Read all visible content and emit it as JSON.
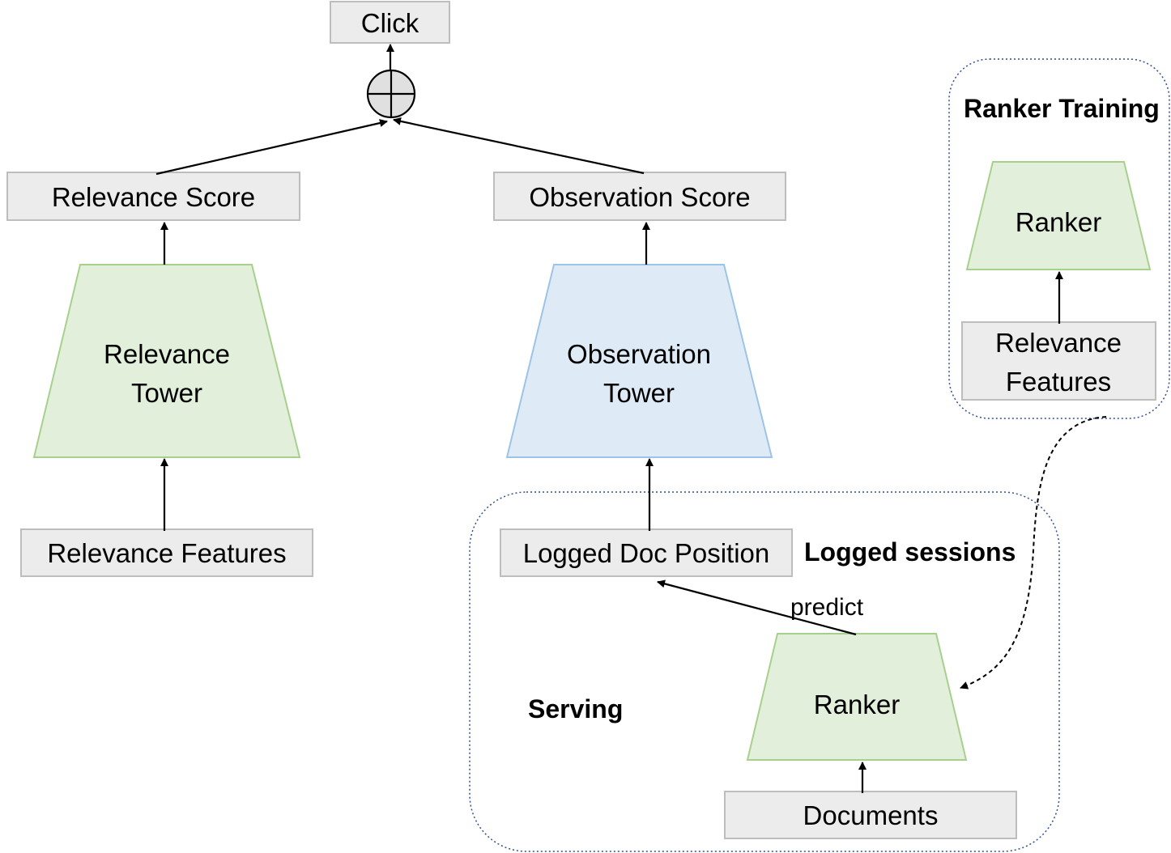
{
  "nodes": {
    "click": "Click",
    "relevance_score": "Relevance Score",
    "observation_score": "Observation Score",
    "relevance_tower": [
      "Relevance",
      "Tower"
    ],
    "observation_tower": [
      "Observation",
      "Tower"
    ],
    "relevance_features": "Relevance Features",
    "logged_doc_position": "Logged Doc Position",
    "ranker_serving": "Ranker",
    "documents": "Documents",
    "ranker_training": "Ranker",
    "training_features": [
      "Relevance",
      "Features"
    ]
  },
  "regions": {
    "logged_sessions": "Logged sessions",
    "serving": "Serving",
    "ranker_training": "Ranker Training"
  },
  "edges": {
    "predict": "predict"
  },
  "colors": {
    "box_fill": "#ececec",
    "relevance_green": "#e2efda",
    "observation_blue": "#deebf7"
  }
}
